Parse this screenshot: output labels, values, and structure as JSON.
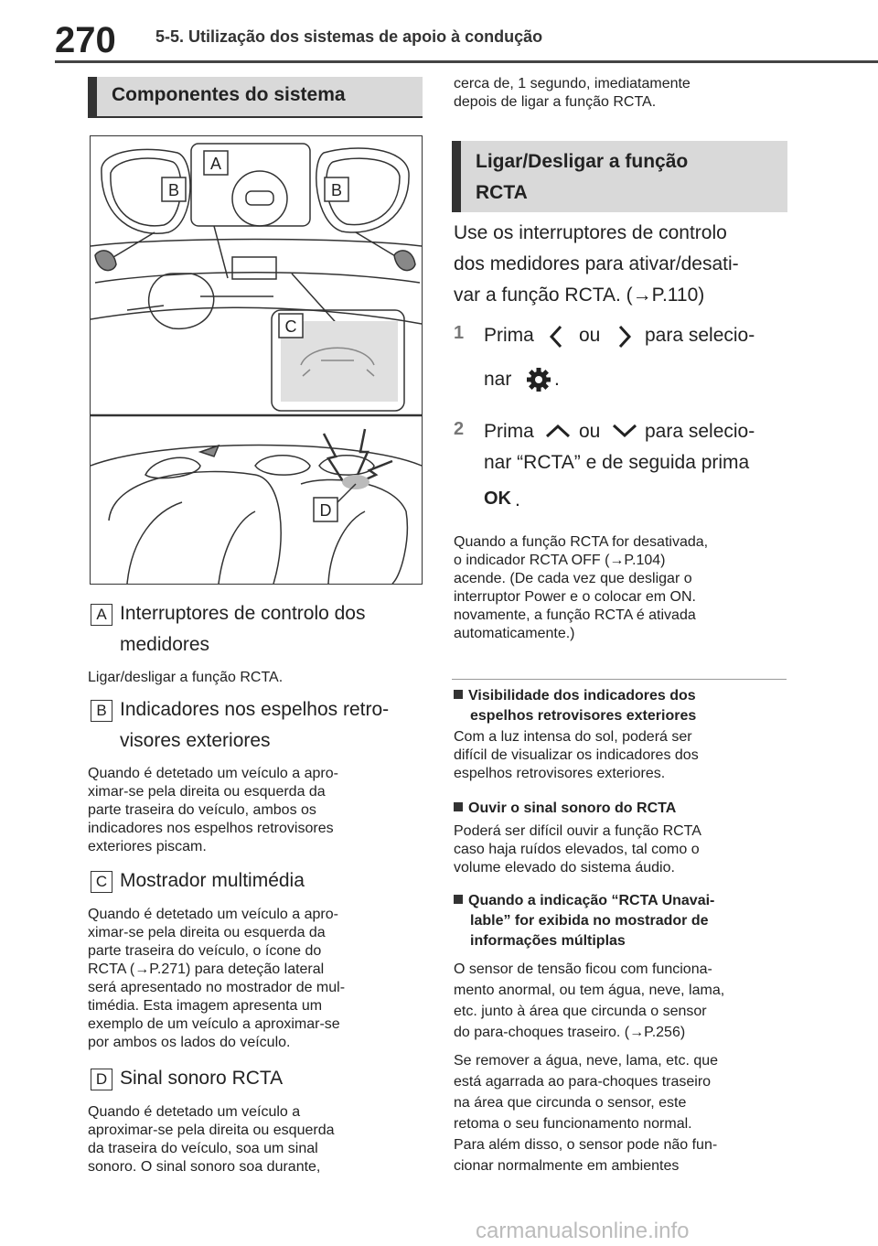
{
  "header": {
    "page_number": "270",
    "running_title": "5-5. Utilização dos sistemas de apoio à condução"
  },
  "left": {
    "section_title": "Componentes do sistema",
    "figure_labels": [
      "A",
      "B",
      "B",
      "C",
      "D"
    ],
    "items": [
      {
        "badge": "A",
        "title1": "Interruptores de controlo dos",
        "title2": "medidores",
        "body": [
          "Ligar/desligar a função RCTA."
        ]
      },
      {
        "badge": "B",
        "title1": "Indicadores nos espelhos retro-",
        "title2": "visores exteriores",
        "body": [
          "Quando é detetado um veículo a apro-",
          "ximar-se pela direita ou esquerda da",
          "parte traseira do veículo, ambos os",
          "indicadores nos espelhos retrovisores",
          "exteriores piscam."
        ]
      },
      {
        "badge": "C",
        "title1": "Mostrador multimédia",
        "body": [
          "Quando é detetado um veículo a apro-",
          "ximar-se pela direita ou esquerda da",
          "parte traseira do veículo, o ícone do",
          "RCTA (→P.271) para deteção lateral",
          "será apresentado no mostrador de mul-",
          "timédia. Esta imagem apresenta um",
          "exemplo de um veículo a aproximar-se",
          "por ambos os lados do veículo."
        ]
      },
      {
        "badge": "D",
        "title1": "Sinal sonoro RCTA",
        "body": [
          "Quando é detetado um veículo a",
          "aproximar-se pela direita ou esquerda",
          "da traseira do veículo, soa um sinal",
          "sonoro. O sinal sonoro soa durante,"
        ]
      }
    ]
  },
  "right": {
    "continuation": [
      "cerca de, 1 segundo, imediatamente",
      "depois de ligar a função RCTA."
    ],
    "section_title_1": "Ligar/Desligar a função",
    "section_title_2": "RCTA",
    "intro": [
      "Use os interruptores de controlo",
      "dos medidores para ativar/desati-",
      "var a função RCTA. (→P.110)"
    ],
    "step1": {
      "num": "1",
      "a": "Prima",
      "or": "ou",
      "b": "para selecio-",
      "c": "nar",
      "end": "."
    },
    "step2": {
      "num": "2",
      "a": "Prima",
      "or": "ou",
      "b": "para selecio-",
      "c": "nar “RCTA” e de seguida prima",
      "ok": "OK",
      "end": "."
    },
    "note": [
      "Quando a função RCTA for desativada,",
      "o indicador RCTA OFF (→P.104)",
      "acende. (De cada vez que desligar o",
      "interruptor Power e o colocar em ON.",
      "novamente, a função RCTA é ativada",
      "automaticamente.)"
    ],
    "blocks": [
      {
        "head": [
          "Visibilidade dos indicadores dos",
          "espelhos retrovisores exteriores"
        ],
        "body": [
          "Com a luz intensa do sol, poderá ser",
          "difícil de visualizar os indicadores dos",
          "espelhos retrovisores exteriores."
        ]
      },
      {
        "head": [
          "Ouvir o sinal sonoro do RCTA"
        ],
        "body": [
          "Poderá ser difícil ouvir a função RCTA",
          "caso haja ruídos elevados, tal como o",
          "volume elevado do sistema áudio."
        ]
      },
      {
        "head": [
          "Quando a indicação “RCTA Unavai-",
          "lable” for exibida no mostrador de",
          "informações múltiplas"
        ],
        "body": [
          "O sensor de tensão ficou com funciona-",
          "mento anormal, ou tem água, neve, lama,",
          "etc. junto à área que circunda o sensor",
          "do para-choques traseiro. (→P.256)"
        ],
        "body2": [
          "Se remover a água, neve, lama, etc. que",
          "está agarrada ao para-choques traseiro",
          "na área que circunda o sensor, este",
          "retoma o seu funcionamento normal.",
          "Para além disso, o sensor pode não fun-",
          "cionar normalmente em ambientes"
        ]
      }
    ]
  },
  "footer": {
    "watermark": "carmanualsonline.info"
  }
}
